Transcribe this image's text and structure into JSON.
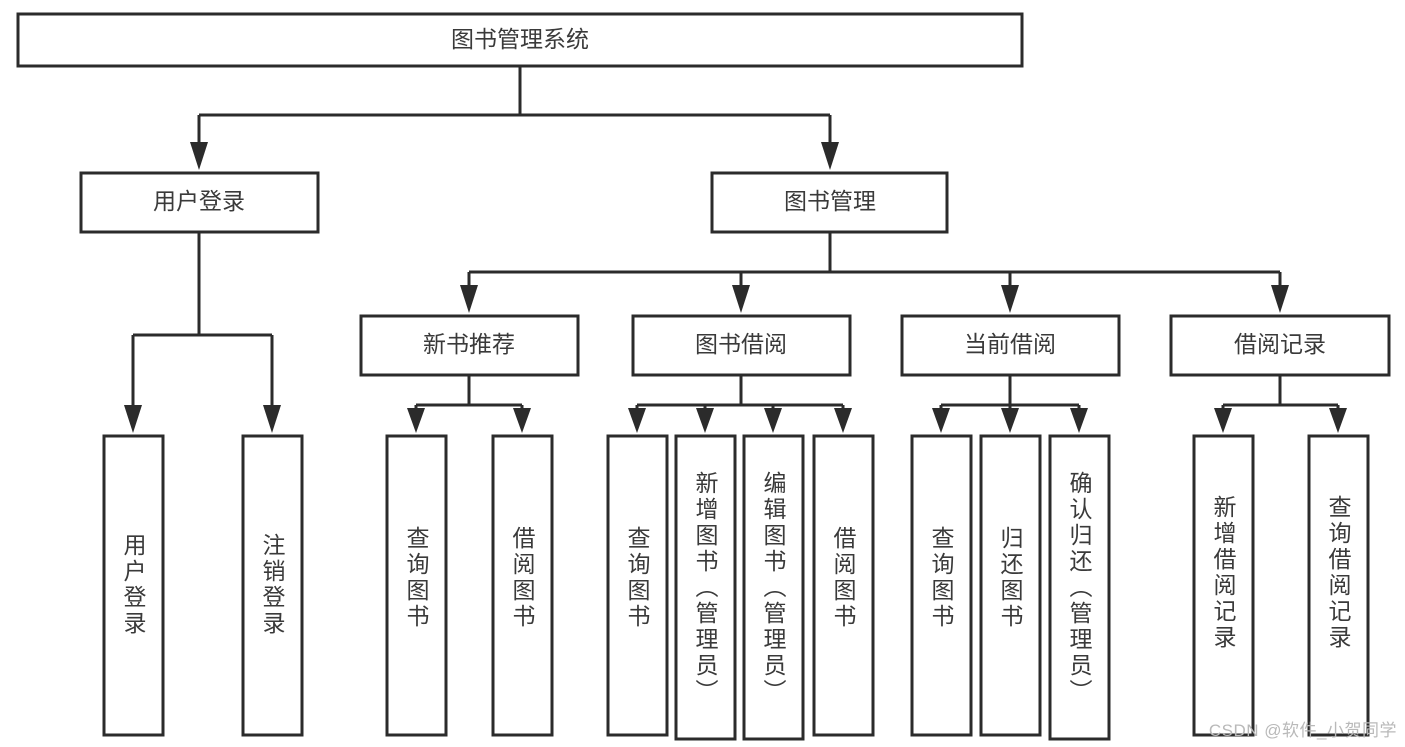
{
  "diagram": {
    "title": "图书管理系统",
    "watermark": "CSDN @软件_小贺同学",
    "colors": {
      "stroke": "#2b2b2b",
      "box_fill": "#ffffff",
      "text": "#3a3a3a",
      "watermark": "#b9b9b9",
      "background": "#ffffff"
    },
    "levels": {
      "root": "图书管理系统",
      "level2": [
        "用户登录",
        "图书管理"
      ],
      "level3": [
        "新书推荐",
        "图书借阅",
        "当前借阅",
        "借阅记录"
      ]
    },
    "nodes": {
      "root": {
        "label": "图书管理系统"
      },
      "user_login": {
        "label": "用户登录"
      },
      "book_manage": {
        "label": "图书管理"
      },
      "new_book_rec": {
        "label": "新书推荐"
      },
      "book_borrow": {
        "label": "图书借阅"
      },
      "current_borrow": {
        "label": "当前借阅"
      },
      "borrow_record": {
        "label": "借阅记录"
      }
    },
    "leaves": {
      "user_login": [
        {
          "label": "用户登录"
        },
        {
          "label": "注销登录"
        }
      ],
      "new_book_rec": [
        {
          "label": "查询图书"
        },
        {
          "label": "借阅图书"
        }
      ],
      "book_borrow": [
        {
          "label": "查询图书"
        },
        {
          "label": "新增图书（管理员）"
        },
        {
          "label": "编辑图书（管理员）"
        },
        {
          "label": "借阅图书"
        }
      ],
      "current_borrow": [
        {
          "label": "查询图书"
        },
        {
          "label": "归还图书"
        },
        {
          "label": "确认归还（管理员）"
        }
      ],
      "borrow_record": [
        {
          "label": "新增借阅记录"
        },
        {
          "label": "查询借阅记录"
        }
      ]
    }
  }
}
